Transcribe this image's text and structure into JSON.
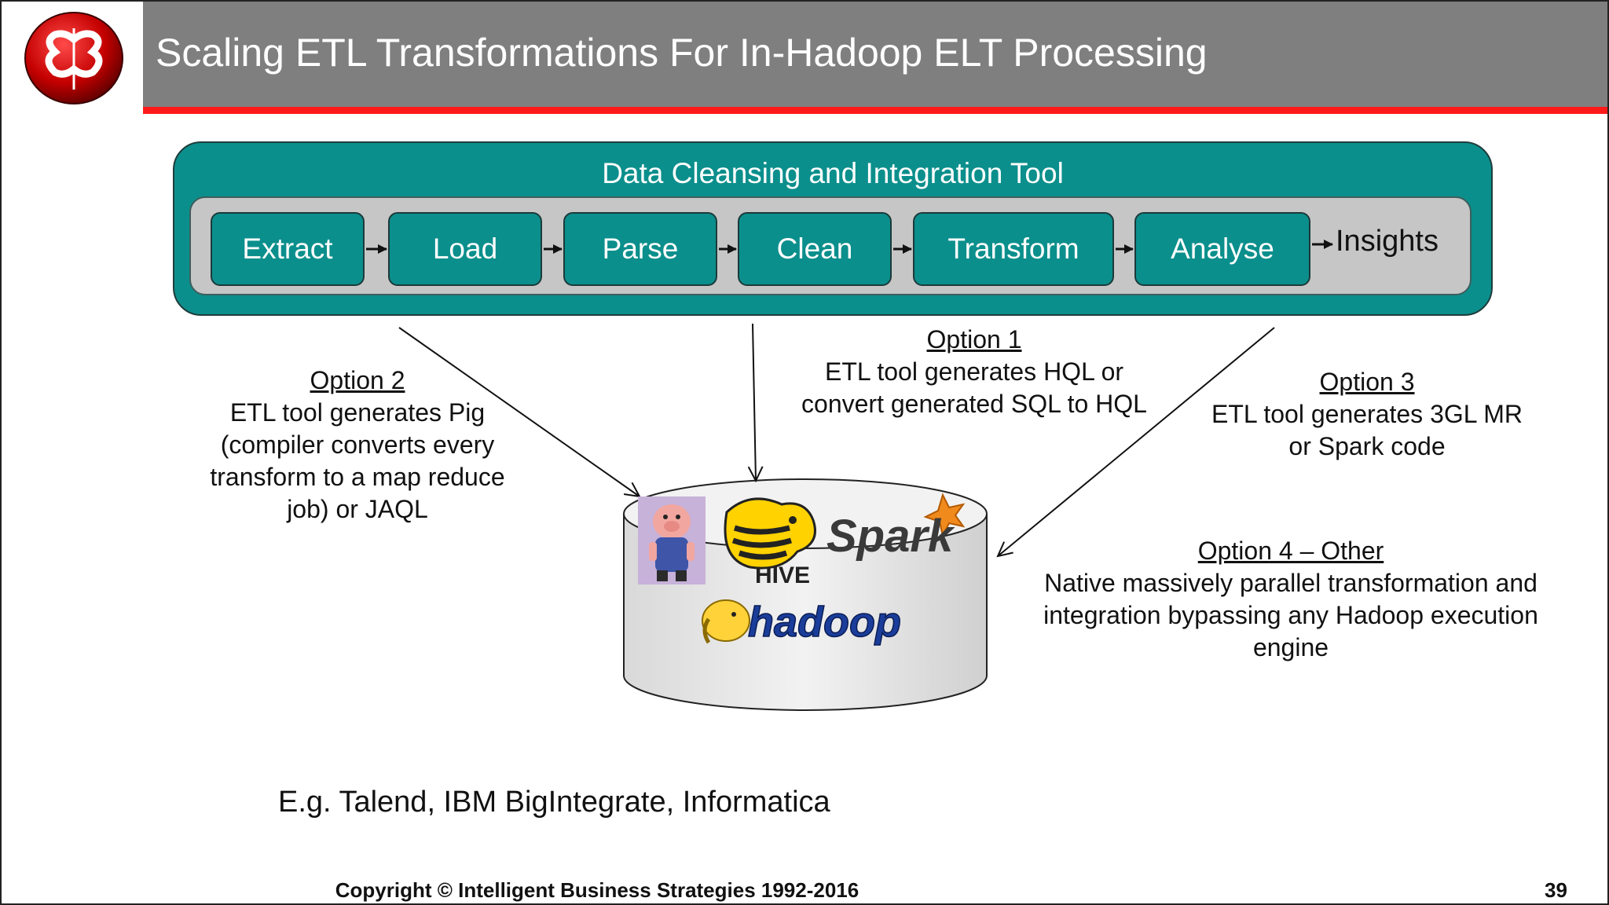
{
  "header": {
    "title": "Scaling ETL Transformations For In-Hadoop ELT Processing"
  },
  "tool": {
    "title": "Data Cleansing and Integration Tool",
    "steps": [
      "Extract",
      "Load",
      "Parse",
      "Clean",
      "Transform",
      "Analyse"
    ],
    "output": "Insights"
  },
  "options": {
    "option1": {
      "heading": "Option 1",
      "lines": [
        "ETL tool generates HQL or",
        "convert generated SQL to HQL"
      ]
    },
    "option2": {
      "heading": "Option 2",
      "lines": [
        "ETL tool generates Pig",
        "(compiler converts every",
        "transform to a map reduce",
        "job) or JAQL"
      ]
    },
    "option3": {
      "heading": "Option 3",
      "lines": [
        "ETL tool generates 3GL MR",
        "or Spark code"
      ]
    },
    "option4": {
      "heading": "Option 4 – Other",
      "lines": [
        "Native massively parallel transformation and",
        "integration bypassing any Hadoop execution",
        "engine"
      ]
    }
  },
  "cylinder": {
    "hive_label": "HIVE",
    "spark_label": "Spark",
    "hadoop_label": "hadoop"
  },
  "examples": "E.g. Talend, IBM BigIntegrate, Informatica",
  "footer": {
    "copyright": "Copyright © Intelligent Business Strategies 1992-2016",
    "page_number": "39"
  },
  "colors": {
    "teal": "#0b8f8c",
    "header_gray": "#7f7f7f",
    "accent_red": "#ff1a1a",
    "panel_gray": "#c6c6c6"
  }
}
